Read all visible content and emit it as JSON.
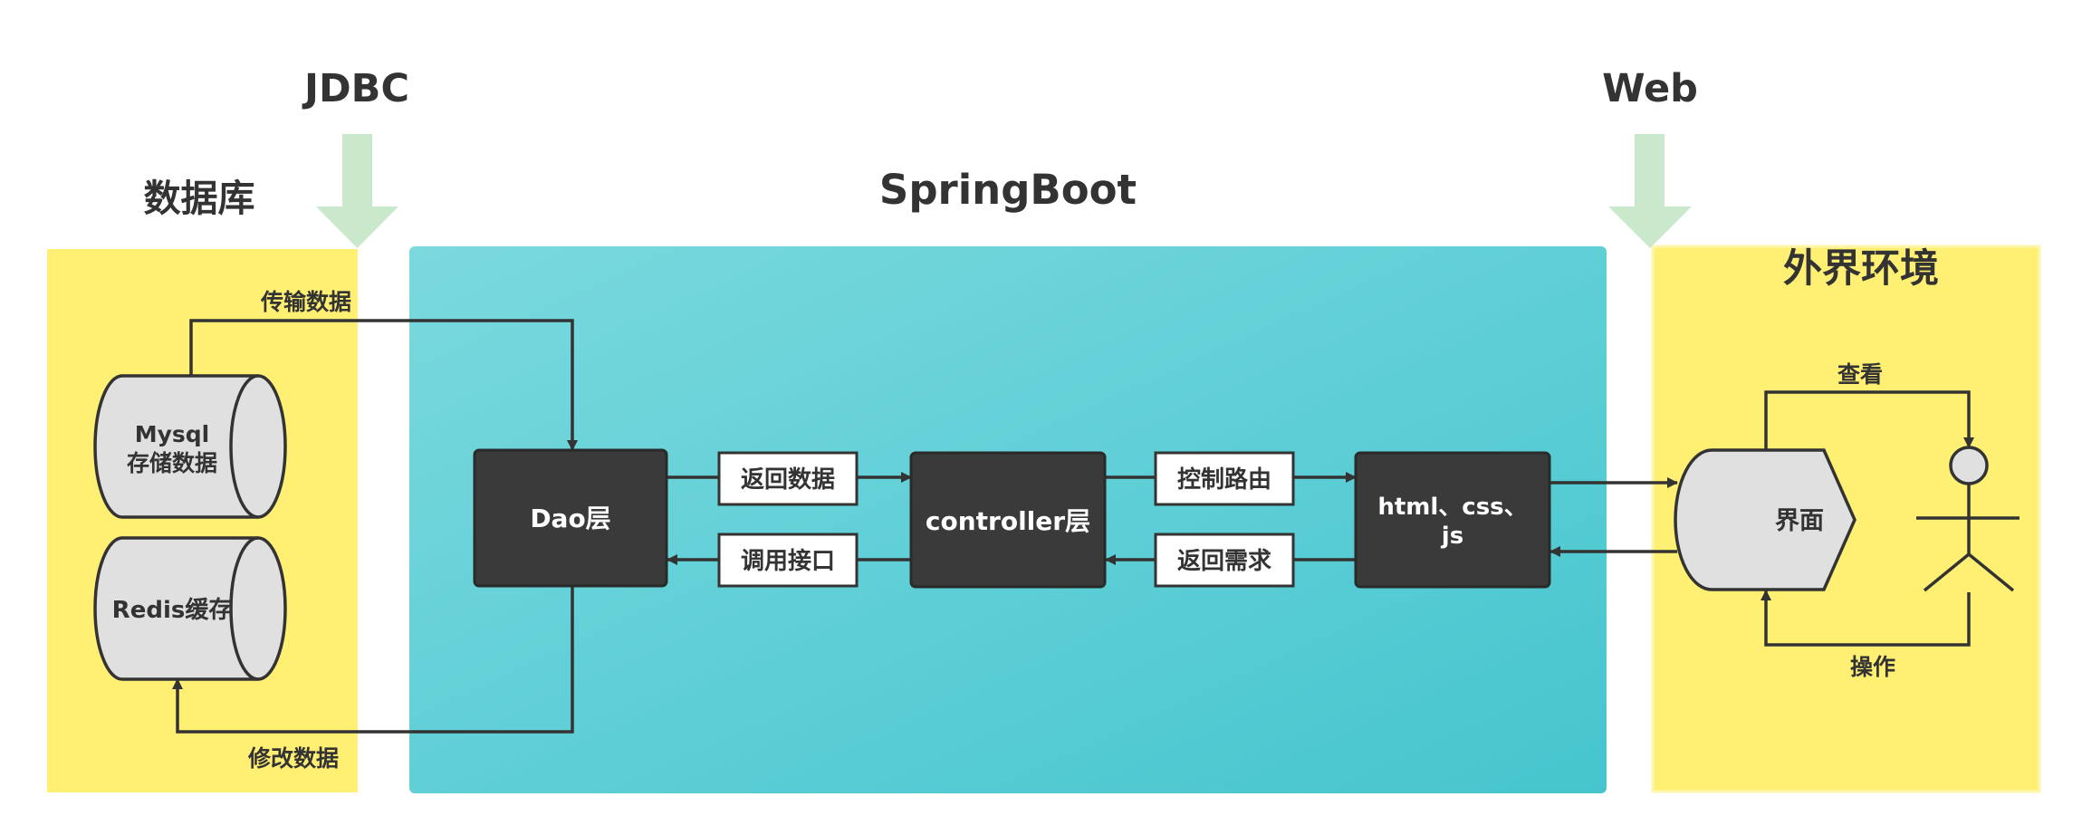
{
  "headings": {
    "jdbc": "JDBC",
    "web": "Web",
    "database": "数据库",
    "springboot": "SpringBoot",
    "environment": "外界环境"
  },
  "database": {
    "mysql_line1": "Mysql",
    "mysql_line2": "存储数据",
    "redis": "Redis缓存"
  },
  "layers": {
    "dao": "Dao层",
    "controller": "controller层",
    "frontend_line1": "html、css、",
    "frontend_line2": "js",
    "ui": "界面"
  },
  "labels": {
    "transfer_data": "传输数据",
    "modify_data": "修改数据",
    "return_data": "返回数据",
    "call_interface": "调用接口",
    "control_routing": "控制路由",
    "return_request": "返回需求",
    "view": "查看",
    "operate": "操作"
  },
  "colors": {
    "yellow": "#FFEF73",
    "teal_start": "#7AD9DE",
    "teal_end": "#46C5CE",
    "dark_box": "#3A3A3A",
    "gray_shape": "#E0E0E0",
    "green_arrow": "#C9E8CC",
    "stroke": "#333333"
  }
}
